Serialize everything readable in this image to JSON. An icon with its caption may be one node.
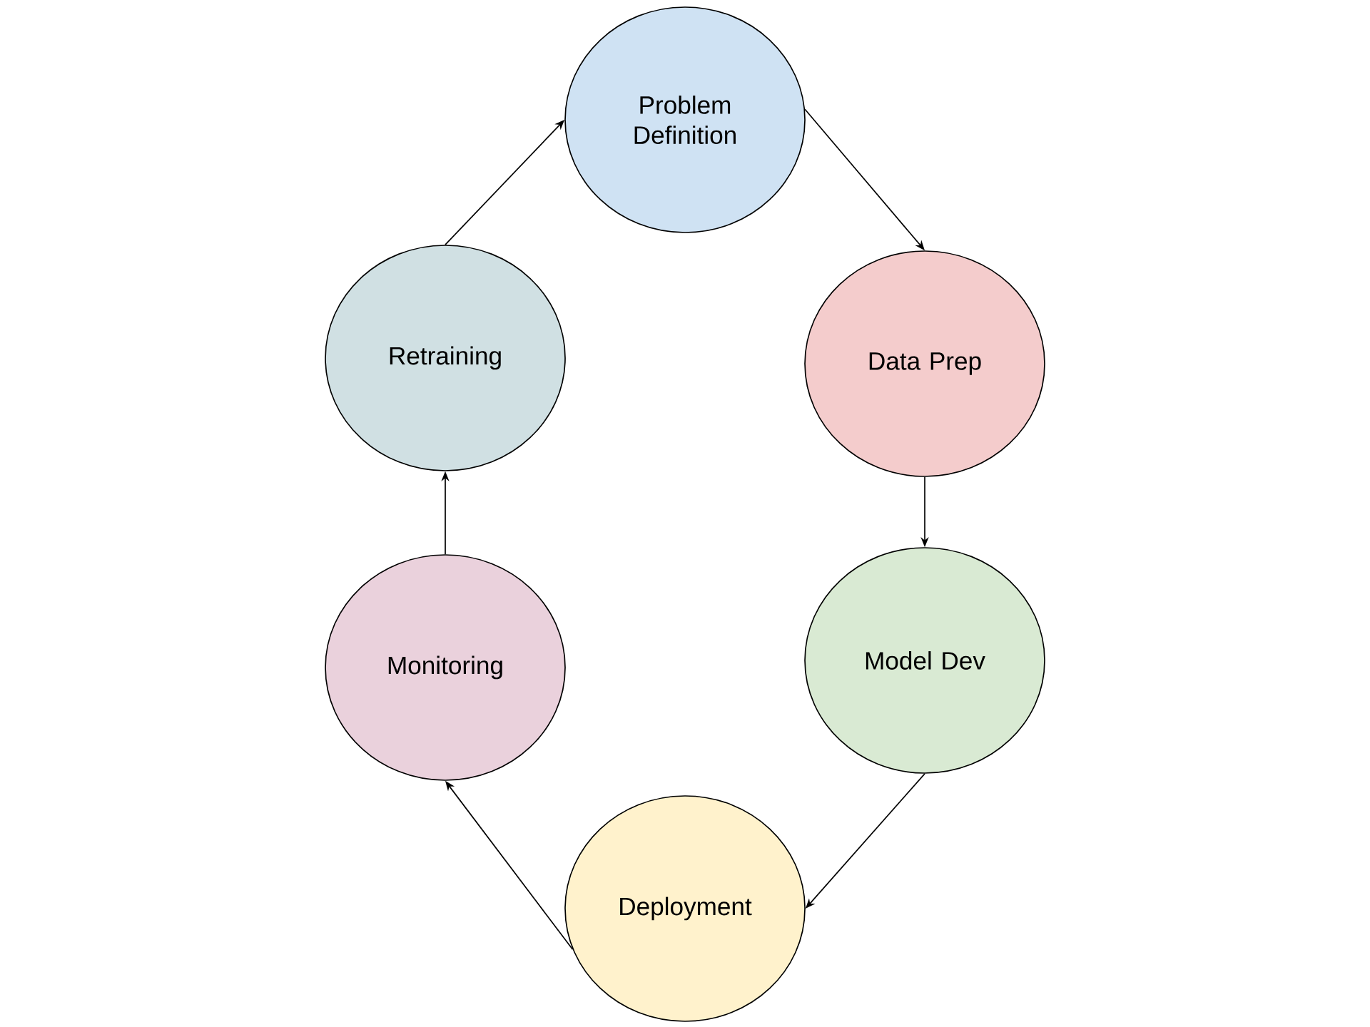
{
  "diagram": {
    "nodes": [
      {
        "text": [
          "Problem Definition"
        ]
      },
      {
        "text": [
          "Data Prep"
        ]
      },
      {
        "text": [
          "Model Dev"
        ]
      },
      {
        "text": [
          "Deployment"
        ]
      },
      {
        "text": [
          "Monitoring"
        ]
      },
      {
        "text": [
          "Retraining"
        ]
      }
    ],
    "edges": [
      {
        "from": 0,
        "to": 1,
        "arrow": "to"
      },
      {
        "from": 1,
        "to": 2,
        "arrow": "to"
      },
      {
        "from": 2,
        "to": 3,
        "arrow": "to"
      },
      {
        "from": 3,
        "to": 4,
        "arrow": "to"
      },
      {
        "from": 4,
        "to": 5,
        "arrow": "to"
      },
      {
        "from": 5,
        "to": 0,
        "arrow": "to"
      }
    ]
  }
}
